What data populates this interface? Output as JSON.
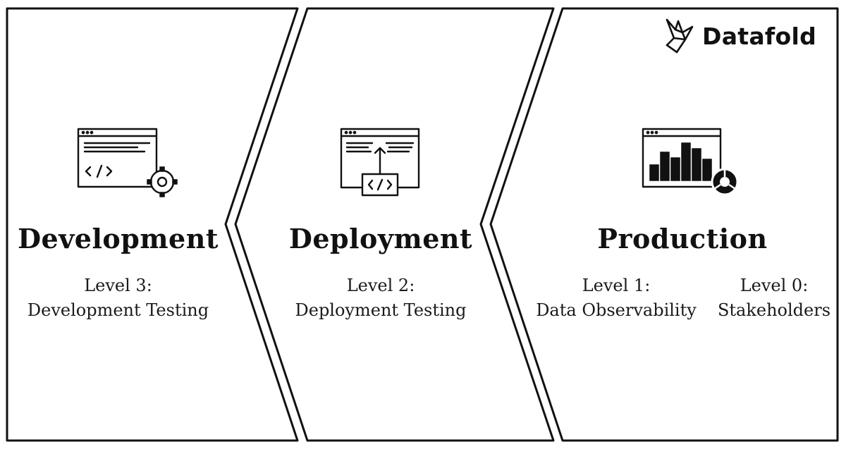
{
  "brand": {
    "name": "Datafold",
    "logo_icon": "origami-bird-icon"
  },
  "stages": [
    {
      "title": "Development",
      "icon": "code-window-gear-icon",
      "levels": [
        {
          "label": "Level 3:",
          "desc": "Development Testing"
        }
      ]
    },
    {
      "title": "Deployment",
      "icon": "code-window-upload-icon",
      "levels": [
        {
          "label": "Level 2:",
          "desc": "Deployment Testing"
        }
      ]
    },
    {
      "title": "Production",
      "icon": "bar-chart-window-icon",
      "levels": [
        {
          "label": "Level 1:",
          "desc": "Data Observability"
        },
        {
          "label": "Level 0:",
          "desc": "Stakeholders"
        }
      ]
    }
  ]
}
